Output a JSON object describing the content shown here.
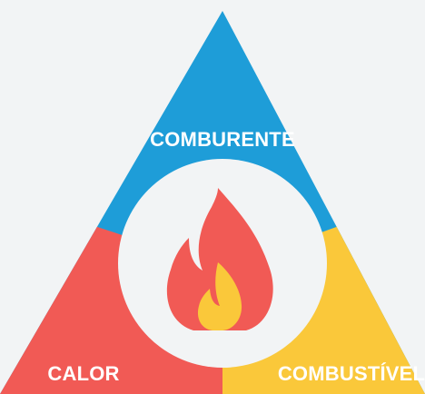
{
  "diagram": {
    "top_label": "COMBURENTE",
    "left_label": "CALOR",
    "right_label": "COMBUSTÍVEL"
  },
  "colors": {
    "background": "#f2f4f5",
    "comburente": "#1e9dd8",
    "calor": "#f15a55",
    "combustivel": "#fac83a",
    "center_circle": "#f2f4f5",
    "flame_outer": "#f15a55",
    "flame_inner": "#fac83a"
  },
  "icons": {
    "center": "flame-icon"
  }
}
